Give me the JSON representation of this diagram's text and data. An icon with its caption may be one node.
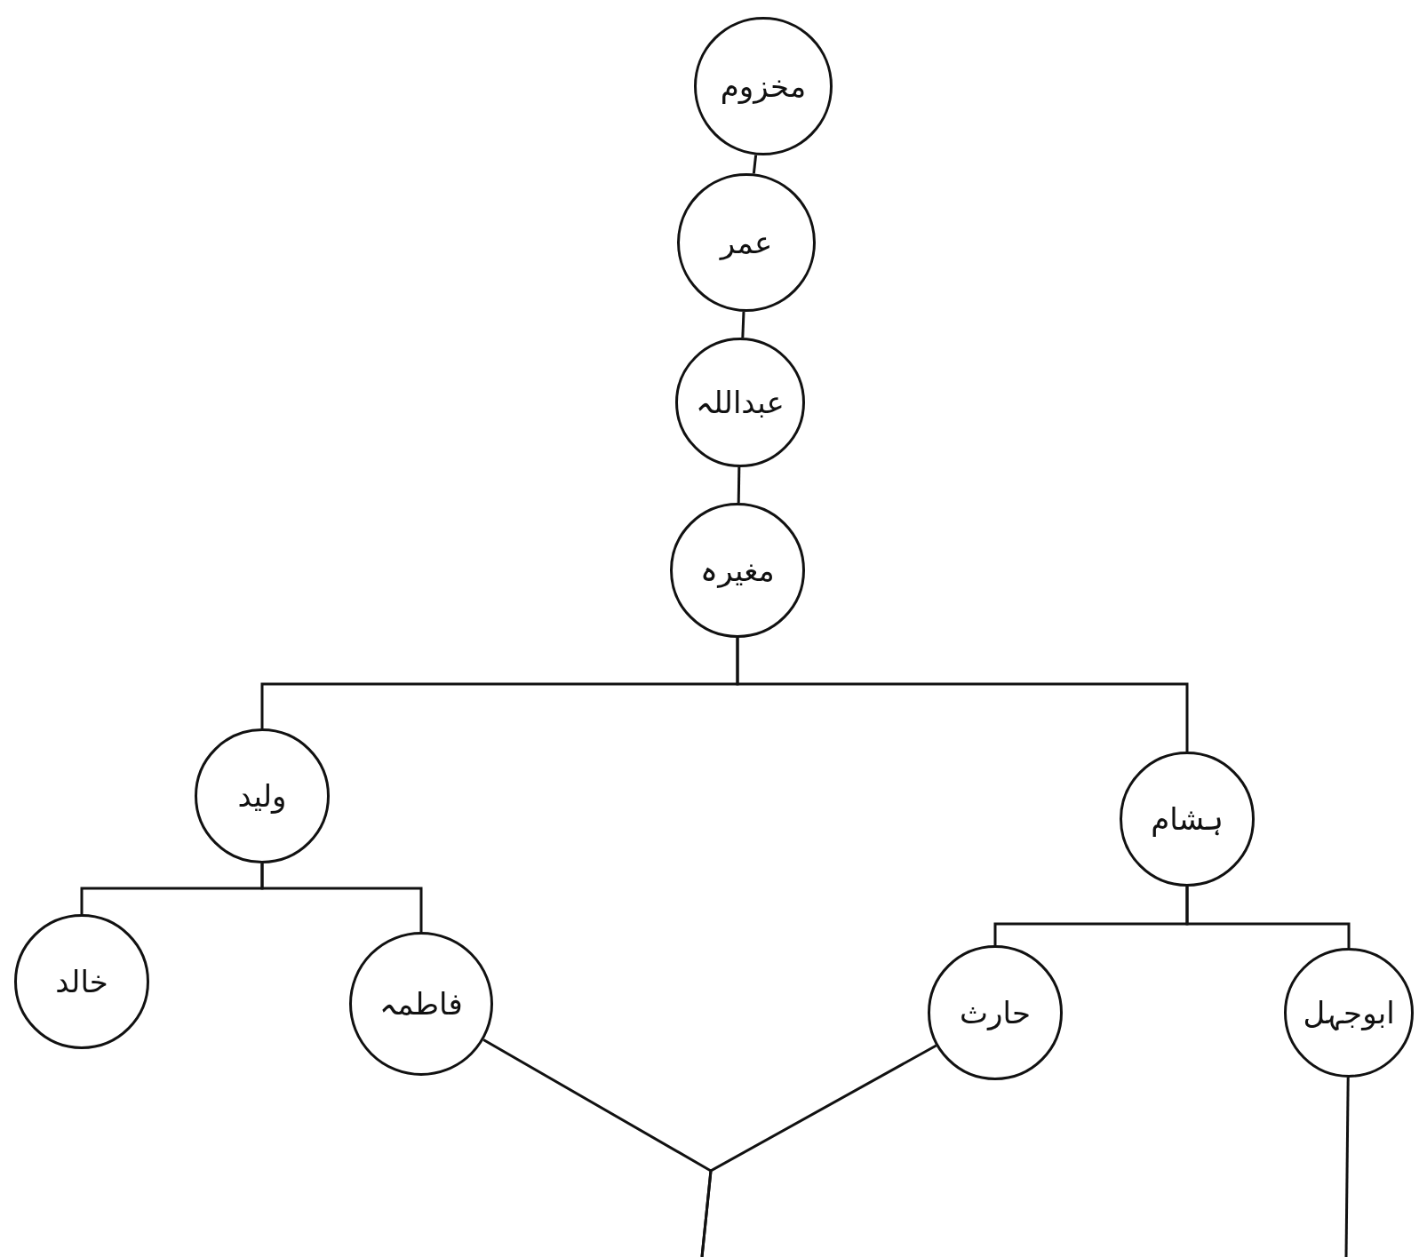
{
  "diagram": {
    "nodes": [
      {
        "text": [
          "مخزوم"
        ]
      },
      {
        "text": [
          "عمر"
        ]
      },
      {
        "text": [
          "عبداللہ"
        ]
      },
      {
        "text": [
          "مغیرہ"
        ]
      },
      {
        "text": [
          "ولید"
        ]
      },
      {
        "text": [
          "ہشام"
        ]
      },
      {
        "text": [
          "خالد"
        ]
      },
      {
        "text": [
          "فاطمہ"
        ]
      },
      {
        "text": [
          "حارث"
        ]
      },
      {
        "text": [
          "ابوجہل"
        ]
      }
    ],
    "edges": [
      {
        "from": 0,
        "to": 1,
        "arrow": "none"
      },
      {
        "from": 1,
        "to": 2,
        "arrow": "none"
      },
      {
        "from": 2,
        "to": 3,
        "arrow": "none"
      },
      {
        "from": 3,
        "to": 4,
        "arrow": "none"
      },
      {
        "from": 3,
        "to": 5,
        "arrow": "none"
      },
      {
        "from": 4,
        "to": 6,
        "arrow": "none"
      },
      {
        "from": 4,
        "to": 7,
        "arrow": "none"
      },
      {
        "from": 5,
        "to": 8,
        "arrow": "none"
      },
      {
        "from": 5,
        "to": 9,
        "arrow": "none"
      },
      {
        "from": 7,
        "to": null,
        "arrow": "none"
      },
      {
        "from": 8,
        "to": null,
        "arrow": "none"
      },
      {
        "from": 9,
        "to": null,
        "arrow": "none"
      }
    ]
  }
}
